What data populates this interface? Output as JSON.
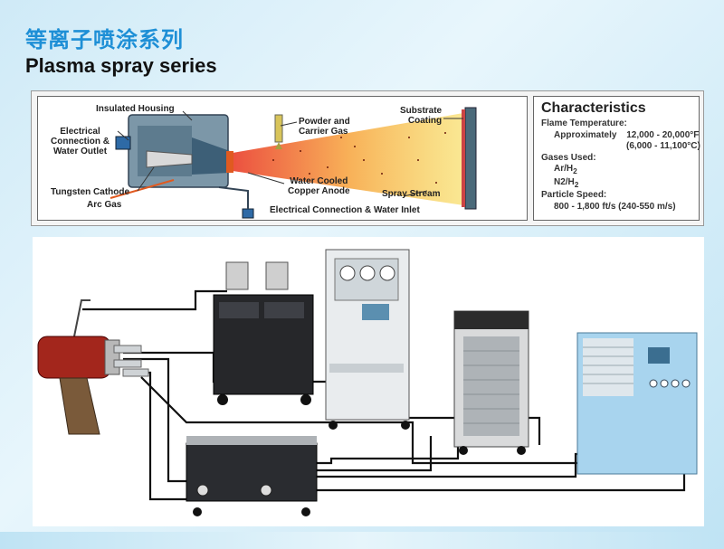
{
  "header": {
    "title_cn": "等离子喷涂系列",
    "title_en": "Plasma spray series"
  },
  "diagram": {
    "labels": {
      "insulated_housing": "Insulated Housing",
      "electrical_connection_1": "Electrical",
      "electrical_connection_2": "Connection &",
      "electrical_connection_3": "Water Outlet",
      "tungsten_cathode": "Tungsten Cathode",
      "arc_gas": "Arc Gas",
      "powder_1": "Powder and",
      "powder_2": "Carrier Gas",
      "water_cooled_1": "Water Cooled",
      "water_cooled_2": "Copper Anode",
      "elec_water_inlet": "Electrical Connection & Water Inlet",
      "spray_stream": "Spray Stream",
      "substrate": "Substrate",
      "coating": "Coating"
    }
  },
  "characteristics": {
    "title": "Characteristics",
    "flame_label": "Flame Temperature:",
    "flame_prefix": "Approximately",
    "flame_f": "12,000 - 20,000°F",
    "flame_c": "(6,000 - 11,100°C)",
    "gases_label": "Gases Used:",
    "gas1_main": "Ar/H",
    "gas1_sub": "2",
    "gas2_main": "N2/H",
    "gas2_sub": "2",
    "speed_label": "Particle Speed:",
    "speed_value": "800 - 1,800 ft/s (240-550 m/s)"
  },
  "colors": {
    "title_blue": "#1e8fd6",
    "flame_hot": "#e8321e",
    "flame_cold": "#f6d84a",
    "cooler_blue": "#a8d4ee"
  }
}
